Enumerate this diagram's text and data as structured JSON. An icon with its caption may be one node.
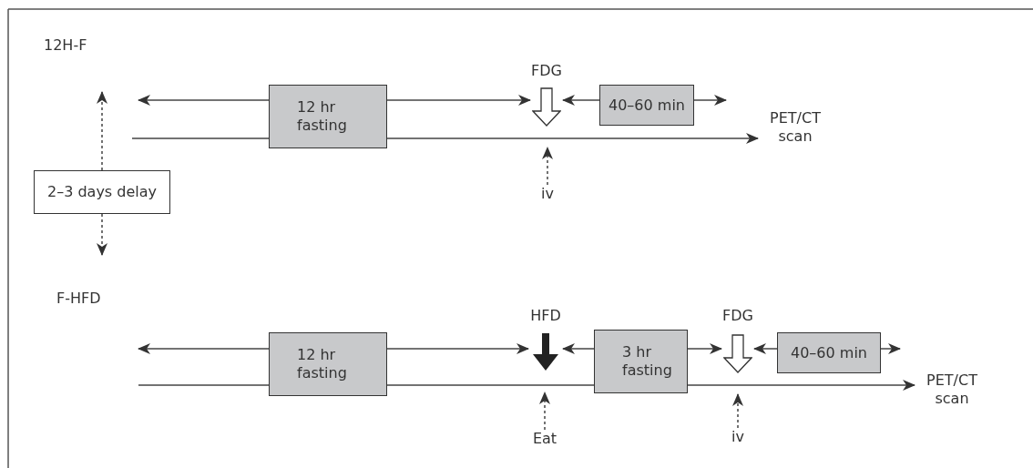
{
  "diagram": {
    "nodes": [
      {
        "text": [
          "12 hr fasting"
        ]
      },
      {
        "text": [
          "FDG"
        ]
      },
      {
        "text": [
          "40–60 min"
        ]
      },
      {
        "text": [
          "PET/CT scan"
        ]
      },
      {
        "text": [
          "iv"
        ]
      },
      {
        "text": [
          "2–3 days delay"
        ]
      },
      {
        "text": [
          "12 hr fasting"
        ]
      },
      {
        "text": [
          "HFD"
        ]
      },
      {
        "text": [
          "3 hr fasting"
        ]
      },
      {
        "text": [
          "FDG"
        ]
      },
      {
        "text": [
          "40–60 min"
        ]
      },
      {
        "text": [
          "PET/CT scan"
        ]
      },
      {
        "text": [
          "Eat"
        ]
      },
      {
        "text": [
          "iv"
        ]
      }
    ],
    "edges": [
      {
        "from": 0,
        "to": null,
        "arrow": "to"
      },
      {
        "from": 0,
        "to": 1,
        "arrow": "to"
      },
      {
        "from": 2,
        "to": 1,
        "arrow": "to"
      },
      {
        "from": 2,
        "to": null,
        "arrow": "to"
      },
      {
        "from": null,
        "to": 3,
        "arrow": "to"
      },
      {
        "from": 4,
        "to": 1,
        "arrow": "to",
        "style": "dashed"
      },
      {
        "from": 5,
        "to": null,
        "arrow": "to",
        "style": "dashed"
      },
      {
        "from": 5,
        "to": null,
        "arrow": "to",
        "style": "dashed"
      },
      {
        "from": 6,
        "to": null,
        "arrow": "to"
      },
      {
        "from": 6,
        "to": 7,
        "arrow": "to"
      },
      {
        "from": 8,
        "to": 7,
        "arrow": "to"
      },
      {
        "from": 8,
        "to": 9,
        "arrow": "to"
      },
      {
        "from": 10,
        "to": 9,
        "arrow": "to"
      },
      {
        "from": 10,
        "to": null,
        "arrow": "to"
      },
      {
        "from": null,
        "to": 11,
        "arrow": "to"
      },
      {
        "from": 12,
        "to": 7,
        "arrow": "to",
        "style": "dashed"
      },
      {
        "from": 13,
        "to": 9,
        "arrow": "to",
        "style": "dashed"
      }
    ],
    "labels": [
      "12H-F",
      "F-HFD"
    ]
  }
}
